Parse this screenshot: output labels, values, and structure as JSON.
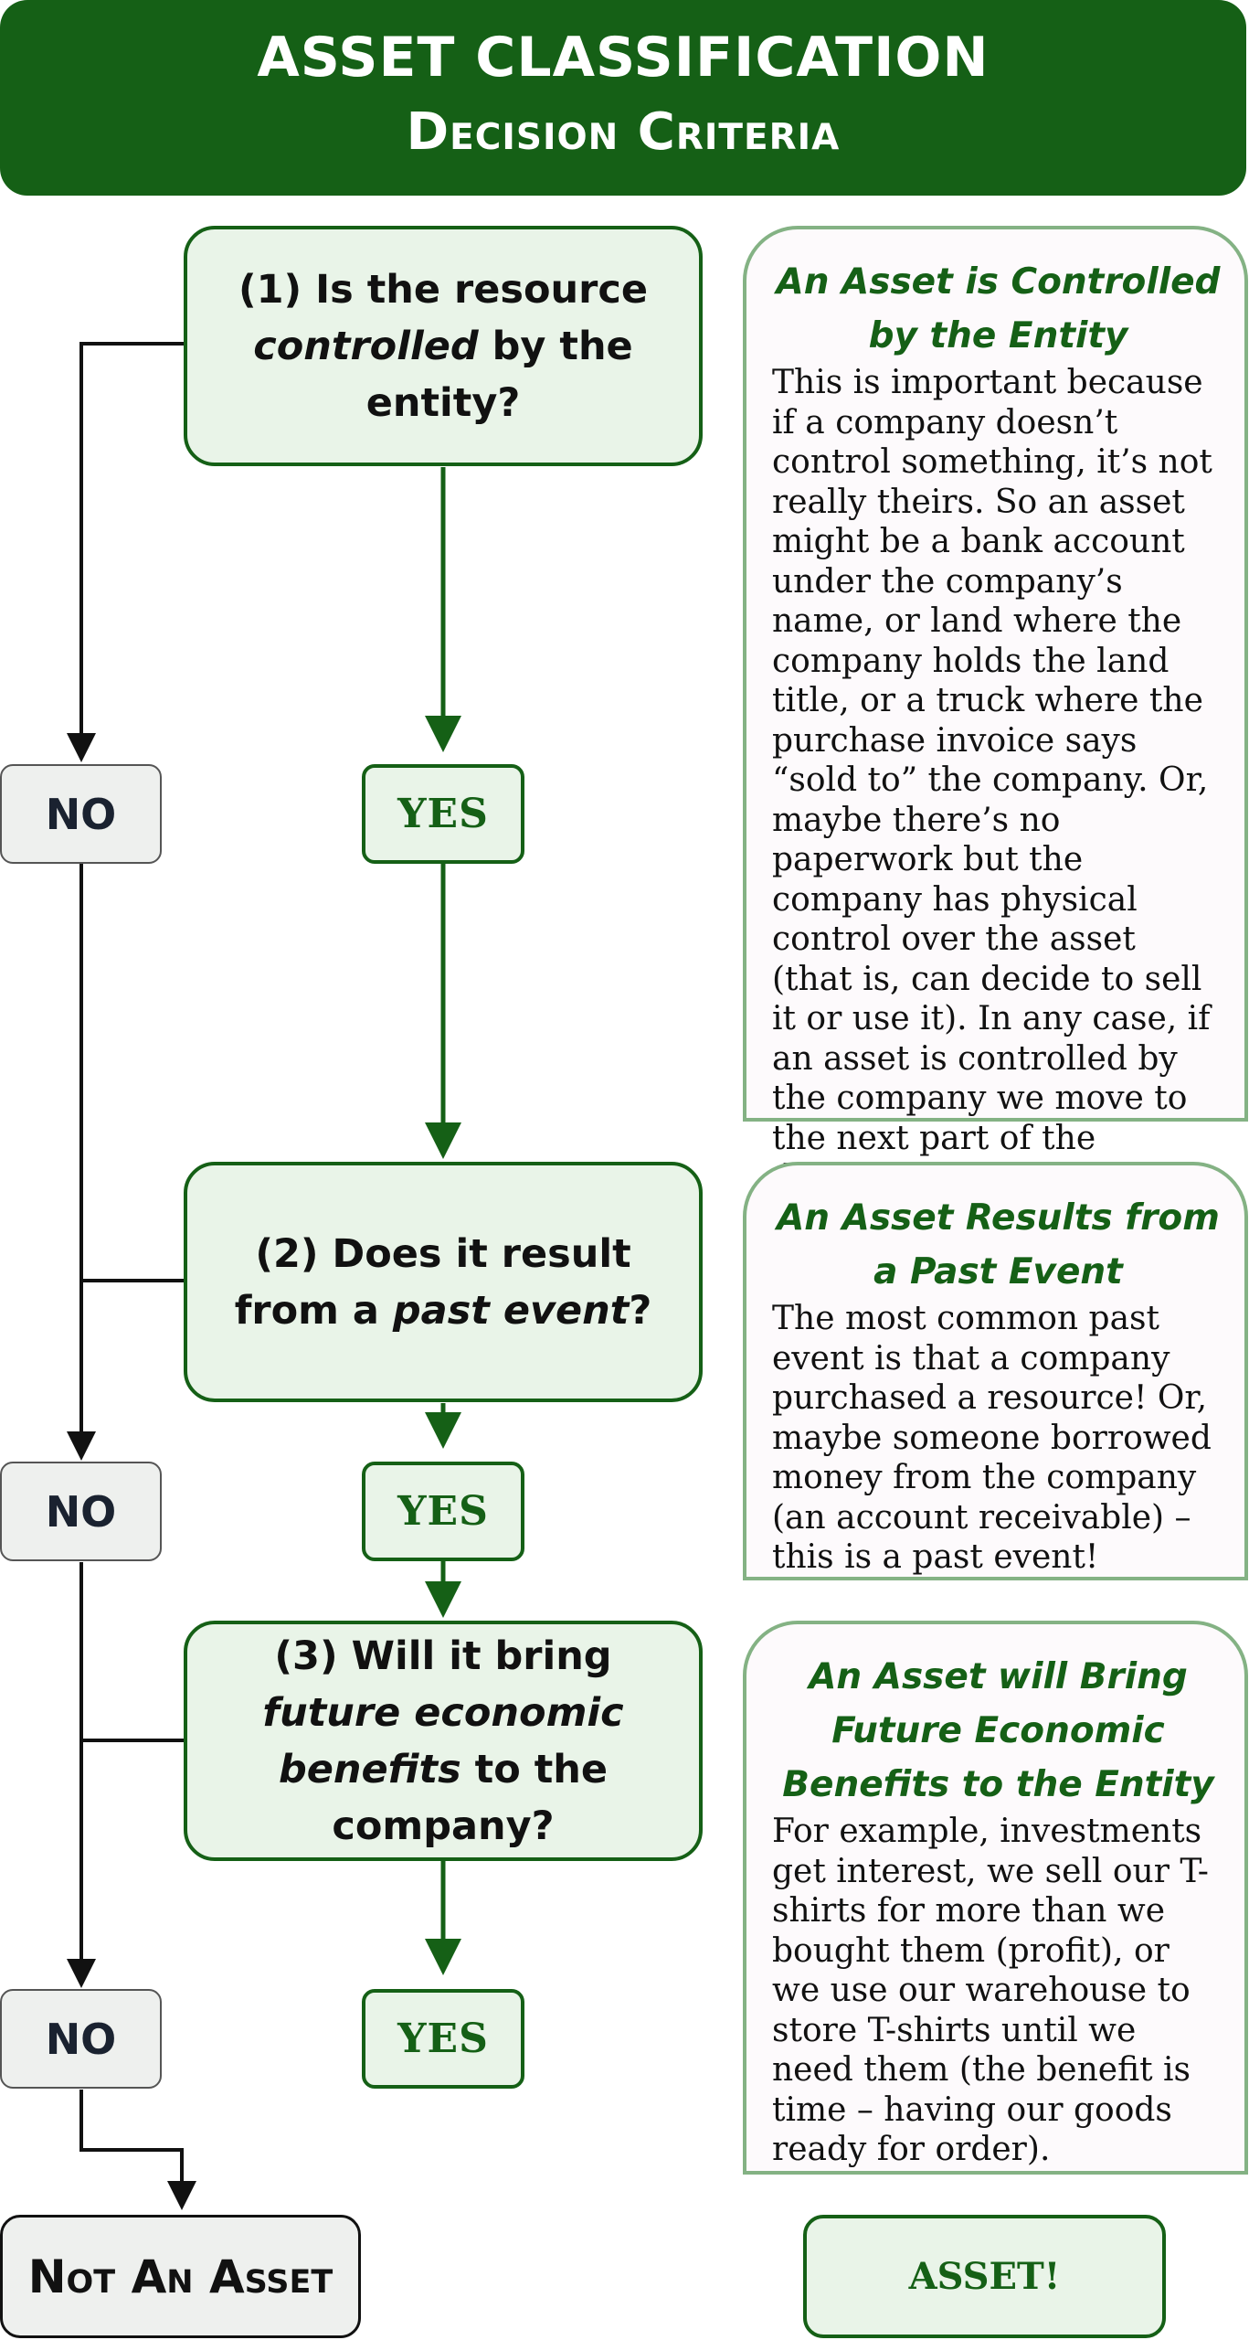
{
  "header": {
    "title": "ASSET CLASSIFICATION",
    "subtitle": "Decision Criteria"
  },
  "questions": [
    {
      "prefix": "(1) Is the resource ",
      "emphasis": "controlled",
      "suffix": " by the entity?"
    },
    {
      "prefix": "(2) Does it result from a ",
      "emphasis": "past event",
      "suffix": "?"
    },
    {
      "prefix": "(3) Will it bring ",
      "emphasis": "future economic benefits",
      "suffix": " to the company?"
    }
  ],
  "labels": {
    "yes": "YES",
    "no": "NO",
    "not_asset": "Not An Asset",
    "asset": "ASSET!"
  },
  "notes": [
    {
      "title": "An Asset is Controlled by the Entity",
      "body": "This is important because if a company doesn’t control something, it’s not really theirs. So an asset might be a bank account under the company’s name, or land where the company holds the land title, or a truck where the purchase invoice says “sold to” the company. Or, maybe there’s no paperwork but the company has physical control over the asset (that is, can decide to sell it or use it). In any case, if an asset is controlled by the company we move to the next part of the definition."
    },
    {
      "title": "An Asset Results from a Past Event",
      "body": "The most common past event is that a company purchased a resource! Or, maybe someone borrowed money from the company (an account receivable) – this is a past event!"
    },
    {
      "title": "An Asset will Bring Future Economic Benefits to the Entity",
      "body": "For example, investments get interest, we sell our T-shirts for more than we bought them (profit), or we use our warehouse to store T-shirts until we need them (the benefit is time – having our goods ready for order)."
    }
  ],
  "colors": {
    "brand_green": "#156016",
    "light_green": "#e9f4e8",
    "note_border": "#84b284",
    "no_fill": "#eef0ee"
  }
}
